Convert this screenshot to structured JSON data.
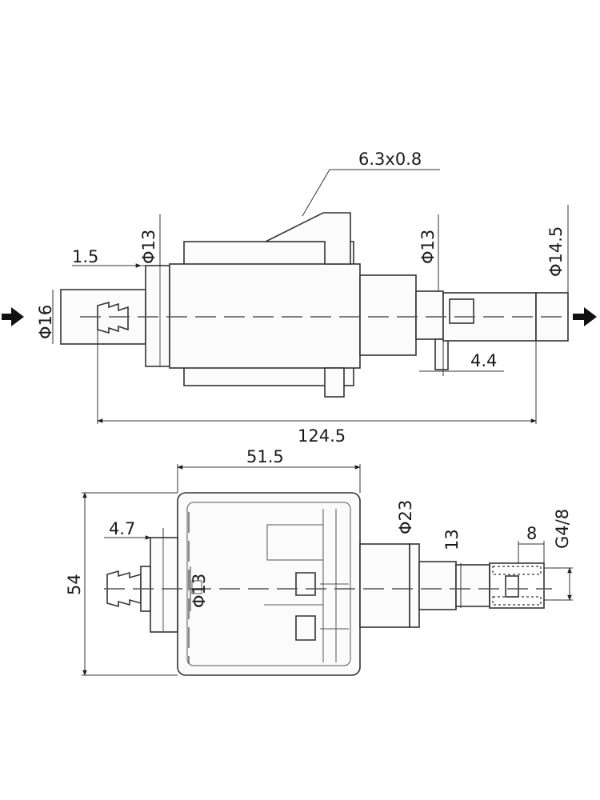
{
  "top_view": {
    "terminal_size": "6.3x0.8",
    "outlet_diameter": "Φ13",
    "spacer_width": "1.5",
    "inlet_hose_diameter": "Φ16",
    "outlet_diameter_right": "Φ13",
    "outlet_pipe_diameter": "Φ14.5",
    "outlet_offset": "4.4",
    "overall_length": "124.5"
  },
  "side_view": {
    "body_length": "51.5",
    "overall_height": "54",
    "flange_width": "4.7",
    "inlet_diameter": "Φ13",
    "coil_diameter": "Φ23",
    "nozzle_length": "13",
    "thread_length": "8",
    "thread_size": "G4/8"
  }
}
